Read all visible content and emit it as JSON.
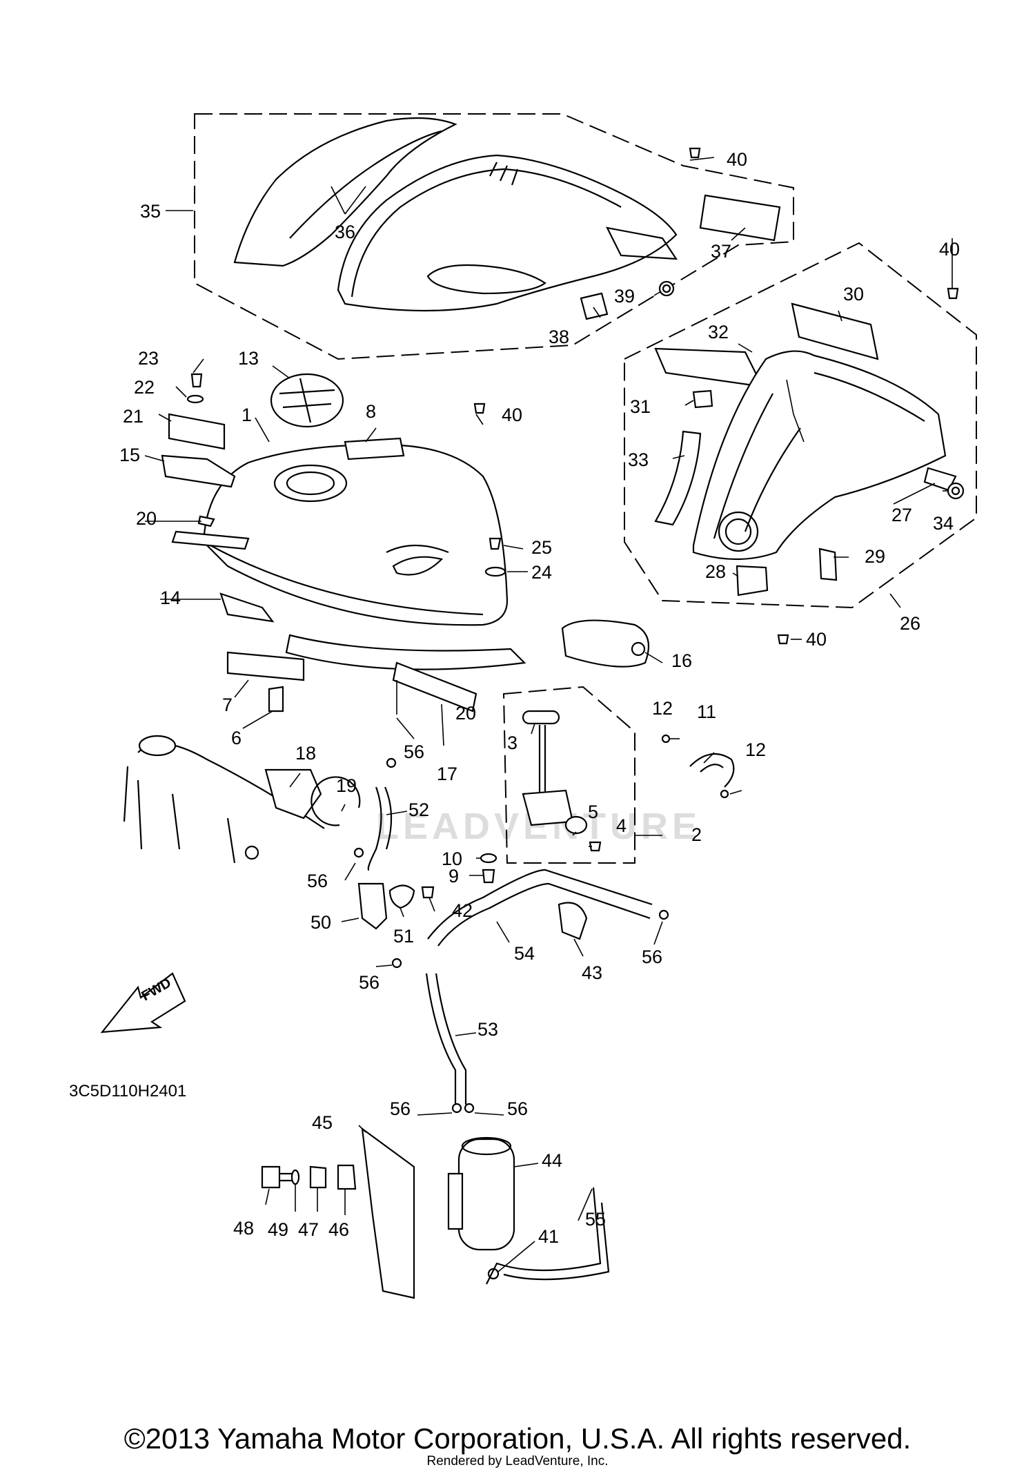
{
  "diagram": {
    "diagram_code": "3C5D110H2401",
    "direction_arrow": "FWD",
    "watermark": "LEADVENTURE",
    "labels": {
      "l1": "1",
      "l2": "2",
      "l3": "3",
      "l4": "4",
      "l5": "5",
      "l6": "6",
      "l7": "7",
      "l8": "8",
      "l9": "9",
      "l10": "10",
      "l11": "11",
      "l12a": "12",
      "l12b": "12",
      "l13": "13",
      "l14": "14",
      "l15": "15",
      "l16": "16",
      "l17": "17",
      "l18": "18",
      "l19": "19",
      "l20a": "20",
      "l20b": "20",
      "l21": "21",
      "l22": "22",
      "l23": "23",
      "l24": "24",
      "l25": "25",
      "l26": "26",
      "l27": "27",
      "l28": "28",
      "l29": "29",
      "l30": "30",
      "l31": "31",
      "l32": "32",
      "l33": "33",
      "l34": "34",
      "l35": "35",
      "l36": "36",
      "l37": "37",
      "l38": "38",
      "l39": "39",
      "l40a": "40",
      "l40b": "40",
      "l40c": "40",
      "l40d": "40",
      "l41": "41",
      "l42": "42",
      "l43": "43",
      "l44": "44",
      "l45": "45",
      "l46": "46",
      "l47": "47",
      "l48": "48",
      "l49": "49",
      "l50": "50",
      "l51": "51",
      "l52": "52",
      "l53": "53",
      "l54": "54",
      "l55": "55",
      "l56a": "56",
      "l56b": "56",
      "l56c": "56",
      "l56d": "56",
      "l56e": "56",
      "l56f": "56"
    }
  },
  "footer": {
    "copyright": "©2013 Yamaha Motor Corporation, U.S.A. All rights reserved.",
    "rendered_by": "Rendered by LeadVenture, Inc."
  }
}
